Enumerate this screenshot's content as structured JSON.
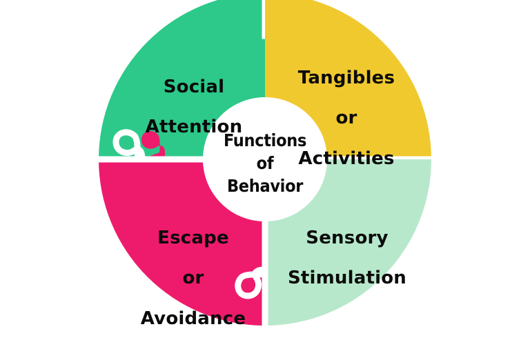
{
  "diagram": {
    "type": "puzzle-ring-donut",
    "title": "Functions of Behavior",
    "center": {
      "lines": [
        "Functions",
        "of",
        "Behavior"
      ],
      "background_color": "#FFFFFF",
      "text_color": "#0B0B0B"
    },
    "background_color": "#FFFFFF",
    "gap_color": "#FFFFFF",
    "segments": [
      {
        "id": "social-attention",
        "position": "top-left",
        "lines": [
          "Social",
          "Attention"
        ],
        "color": "#2DC98A",
        "text_color": "#0B0B0B",
        "connector": "knob-on-right-edge"
      },
      {
        "id": "tangibles-or-activities",
        "position": "top-right",
        "lines": [
          "Tangibles",
          "or",
          "Activities"
        ],
        "color": "#F0C92F",
        "text_color": "#0B0B0B",
        "connector": "knob-on-bottom-edge"
      },
      {
        "id": "escape-or-avoidance",
        "position": "bottom-left",
        "lines": [
          "Escape",
          "or",
          "Avoidance"
        ],
        "color": "#EE1B6C",
        "text_color": "#0B0B0B",
        "connector": "knob-on-top-edge"
      },
      {
        "id": "sensory-stimulation",
        "position": "bottom-right",
        "lines": [
          "Sensory",
          "Stimulation"
        ],
        "color": "#B8E8CB",
        "text_color": "#0B0B0B",
        "connector": "knob-on-left-edge"
      }
    ]
  }
}
